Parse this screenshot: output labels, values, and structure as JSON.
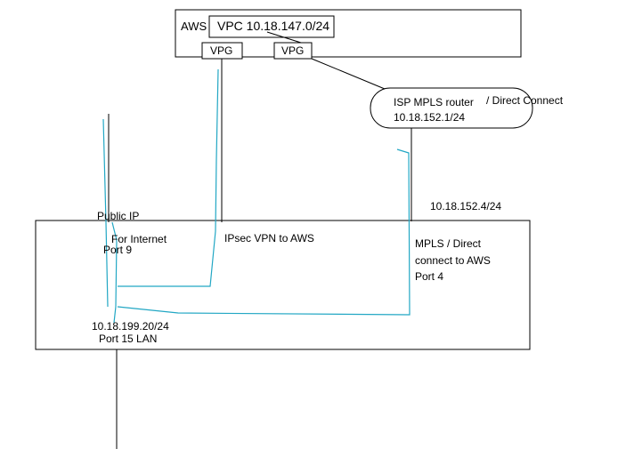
{
  "aws_box": {
    "label": "AWS"
  },
  "vpc": {
    "label": "VPC 10.18.147.0/24"
  },
  "vpg_left": {
    "label": "VPG"
  },
  "vpg_right": {
    "label": "VPG"
  },
  "isp_router": {
    "label_line1": "ISP MPLS router",
    "label_line2": "10.18.152.1/24",
    "direct_connect_label": "/ Direct Connect"
  },
  "router_link_ip": "10.18.152.4/24",
  "device": {
    "public_ip_label": "Public IP",
    "internet_label": "For Internet",
    "internet_port": "Port 9",
    "ipsec_label": "IPsec VPN to AWS",
    "mpls_line1": "MPLS / Direct",
    "mpls_line2": "connect to AWS",
    "mpls_port": "Port 4",
    "lan_ip": "10.18.199.20/24",
    "lan_port": "Port 15 LAN"
  },
  "colors": {
    "line": "#000000",
    "path": "#22a7c4"
  }
}
